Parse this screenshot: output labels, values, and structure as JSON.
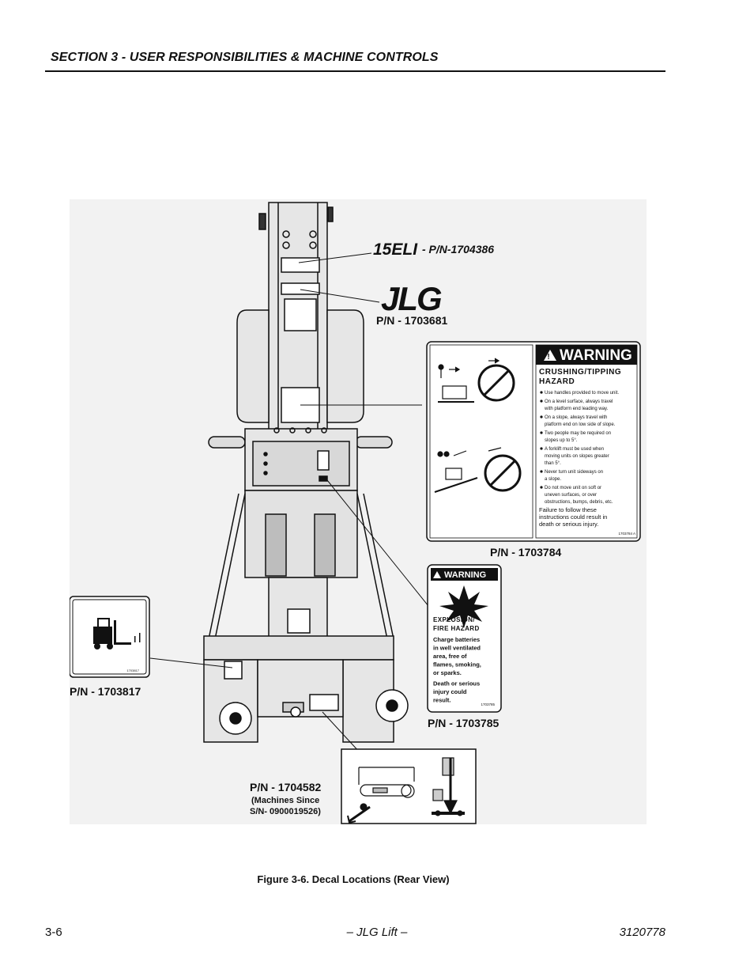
{
  "header": {
    "title": "SECTION 3 - USER RESPONSIBILITIES & MACHINE CONTROLS"
  },
  "figure": {
    "model_label": "15ELI",
    "model_pn": "- P/N-1704386",
    "logo_text": "JLG",
    "logo_pn": "P/N - 1703681",
    "warning1": {
      "header": "WARNING",
      "title1": "CRUSHING/TIPPING",
      "title2": "HAZARD",
      "bullets": [
        "Use handles provided to move unit.",
        "On a level surface, always travel",
        "with platform end leading way.",
        "On a slope, always travel with",
        "platform end on low side of slope.",
        "Two people may be required on",
        "slopes up to 5°.",
        "A forklift must be used when",
        "moving units on slopes greater",
        "than 5°.",
        "Never turn unit sideways on",
        "a slope.",
        "Do not move unit on soft or",
        "uneven surfaces, or over",
        "obstructions, bumps, debris, etc."
      ],
      "footer1": "Failure to follow these",
      "footer2": "instructions could result in",
      "footer3": "death or serious injury.",
      "code": "1703784 A",
      "pn": "P/N - 1703784"
    },
    "warning2": {
      "header": "WARNING",
      "title1": "EXPLOSION/",
      "title2": "FIRE HAZARD",
      "lines": [
        "Charge batteries",
        "in well ventilated",
        "area, free of",
        "flames, smoking,",
        "or sparks.",
        "Death or serious",
        "injury could",
        "result."
      ],
      "code": "1703785",
      "pn": "P/N - 1703785"
    },
    "forklift_decal": {
      "code": "1703817",
      "pn": "P/N - 1703817"
    },
    "brake_decal": {
      "pn": "P/N - 1704582",
      "note1": "(Machines Since",
      "note2": "S/N- 0900019526)"
    }
  },
  "caption": "Figure 3-6.  Decal Locations (Rear View)",
  "footer": {
    "page": "3-6",
    "center": "– JLG Lift –",
    "doc": "3120778"
  }
}
